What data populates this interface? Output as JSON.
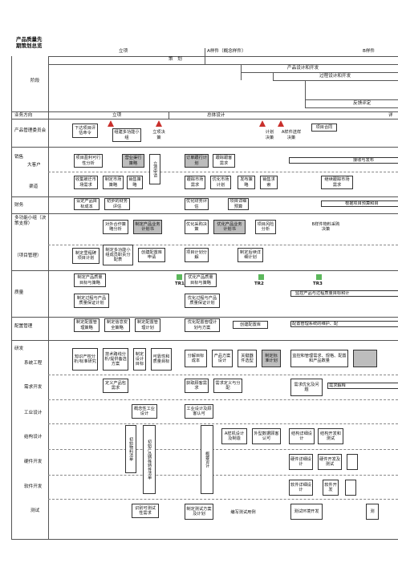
{
  "title_lines": [
    "产品质量先",
    "期策划总览"
  ],
  "header": {
    "phase_row": [
      "立项",
      "A样件（概念样件）",
      "B样件"
    ],
    "sub_row": [
      "策　划",
      "产品设计和开发",
      "过程设计和开发",
      "反馈评定"
    ],
    "stage_label": "阶段",
    "dept_label": "业务方向",
    "bottom_phase": [
      "立项",
      "总体设计",
      "详"
    ]
  },
  "rows": {
    "mgmt": "产品管理委员会",
    "sales": "销售",
    "big_customer": "大客户",
    "channel": "渠道",
    "finance": "财务",
    "multi": "多功能小组（决策支撑）",
    "pm": "（项目管理）",
    "quality": "质量",
    "config": "配置管理",
    "rd": "研发",
    "sys": "系统工程",
    "req": "需求开发",
    "industrial": "工业设计",
    "struct": "结构设计",
    "hw": "硬件开发",
    "sw": "软件开发",
    "test": "测试"
  },
  "boxes": {
    "b1": "下达项目评估命令",
    "b2": "组建多功能小组",
    "b3": "立项决策",
    "b4": "计划决策",
    "b5": "A样件送样决策",
    "b6": "项目合同",
    "b7": "项目盈利可行性分析",
    "b8": "营业渠行策略",
    "b9": "立项申请",
    "b10": "订单跟行计划",
    "b11": "跟踪跟客需求",
    "b12": "接收与发布",
    "b13": "收集被迁市场需求",
    "b14": "制定市场策略",
    "b15": "销售策略",
    "b16": "跟踪市场需求",
    "b17": "优化市场计划",
    "b18": "发布策略",
    "b19": "销售求索",
    "b20": "继续跟踪市场需求",
    "b21": "设定产品目标成本",
    "b22": "初步的财务评估",
    "b23": "优化财务评估",
    "b24": "项目详细预算",
    "b25": "根据项目预算和目",
    "b26": "对外合作策略分析",
    "b27": "制定产品业务计划书",
    "b28": "优化采购决策",
    "b29": "优化产品业务计划书",
    "b30": "项目风险分析",
    "b31": "B样件物料采购决策",
    "b32": "制定里程碑项目计划",
    "b33": "制定多功能小组成员职责分配表",
    "b34": "创建配置库申请",
    "b35": "项目计划分解",
    "b36": "制定后续详细计划",
    "b37": "制定产品质量目标与策略",
    "b38": "优化产品质量目标与策略",
    "b39": "制定过程与产品质量保证计划",
    "b40": "优化过程与产品质量保证计划",
    "b41": "监控产品与过程质量目标和计",
    "b42": "制定配置管理策略",
    "b43": "制定信息安全策略",
    "b44": "制定配置管理计划",
    "b45": "优化配置管理计划与方案",
    "b46": "创建配置库",
    "b47": "配置管理系统的维护、配",
    "b48": "知识产权分析/标准研究",
    "b49": "技术路线分析/提供备选方案",
    "b50": "制定设计目标",
    "b51": "可靠性和质量目标",
    "b52": "分解目标成本",
    "b53": "产品方案设计",
    "b54": "关键器件选型",
    "b55": "制定标准计划",
    "b56": "监控和管理需求、规格、配置和产品数量",
    "b57": "定义产品包需求",
    "b58": "获取顾客需求",
    "b59": "需求定义与分配",
    "b60": "需求优化及问题",
    "b61": "需求解释",
    "b62": "概念性工业设计",
    "b63": "工业设计及顾客认可",
    "b64": "初始物料清单",
    "b65": "初始产品特殊特性清单",
    "b66": "概要设计",
    "b67": "A样机设计及制造",
    "b68": "外型数据顾客认可",
    "b69": "结构详细设计",
    "b70": "结构开发和测试",
    "b71": "硬件详细设计",
    "b72": "硬件开发及测试",
    "b73": "软件详细设计",
    "b74": "软件开发",
    "b75": "识别可测试性需求",
    "b76": "制定测试方案及计划",
    "b77": "编写测试用例",
    "b78": "测试环境开发",
    "b79": "测"
  },
  "milestones": [
    "TR1",
    "TR2",
    "TR3"
  ],
  "colors": {
    "milestone_red": "#c9302c",
    "milestone_green": "#5cb85c",
    "shade": "#bdbdbd"
  }
}
